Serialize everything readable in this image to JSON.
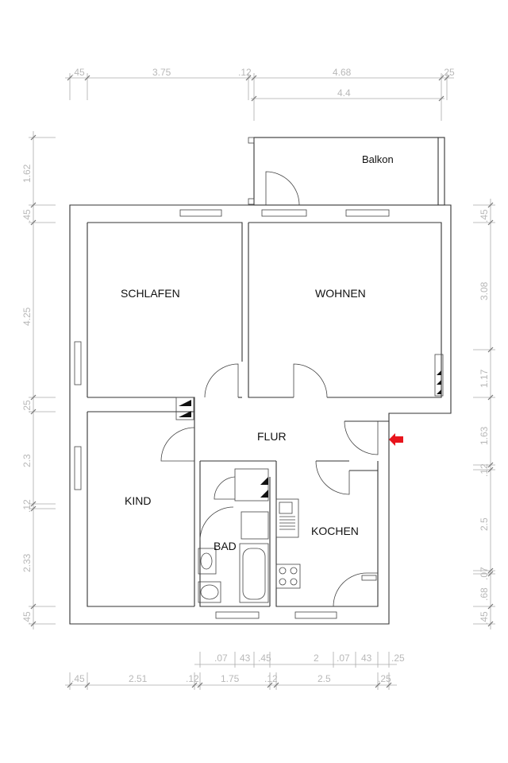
{
  "rooms": {
    "balcony": "Balkon",
    "bedroom": "SCHLAFEN",
    "living": "WOHNEN",
    "hall": "FLUR",
    "child": "KIND",
    "bath": "BAD",
    "kitchen": "KOCHEN"
  },
  "dimensions": {
    "top_row1": [
      ".45",
      "3.75",
      ".12",
      "4.68",
      ".25"
    ],
    "top_row2": [
      "4.4"
    ],
    "left": [
      "1.62",
      ".45",
      "4.25",
      ".25",
      "2.3",
      ".12",
      "2.33",
      ".45"
    ],
    "right": [
      ".45",
      "3.08",
      "1.17",
      "1.63",
      ".12",
      "2.5",
      ".07",
      ".68",
      ".45"
    ],
    "bottom_row1": [
      ".07",
      "43",
      ".45",
      "2",
      ".07",
      "43",
      ".25"
    ],
    "bottom_row2": [
      ".45",
      "2.51",
      ".12",
      "1.75",
      ".12",
      "2.5",
      ".25"
    ]
  },
  "colors": {
    "entrance_arrow": "#e8141c",
    "walls": "#333333",
    "dimensions": "#b8b8b8"
  }
}
